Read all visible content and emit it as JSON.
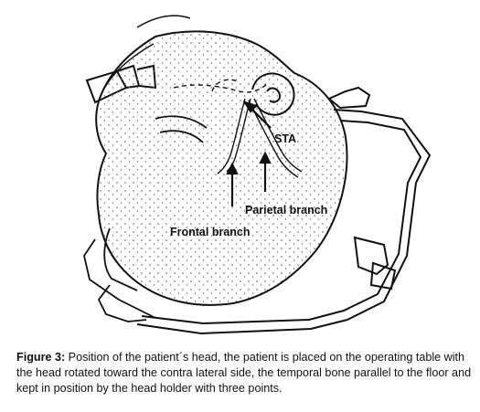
{
  "figure": {
    "labels": {
      "sta": "STA",
      "parietal": "Parietal branch",
      "frontal": "Frontal branch"
    }
  },
  "caption": {
    "prefix": "Figure 3:",
    "text": " Position of the patient´s head, the patient is placed on the operating table with the head rotated toward the contra lateral side, the temporal bone parallel to the floor and kept in position by the head holder with three points."
  },
  "colors": {
    "ink": "#111111",
    "stipple": "#555555",
    "background": "#ffffff"
  }
}
